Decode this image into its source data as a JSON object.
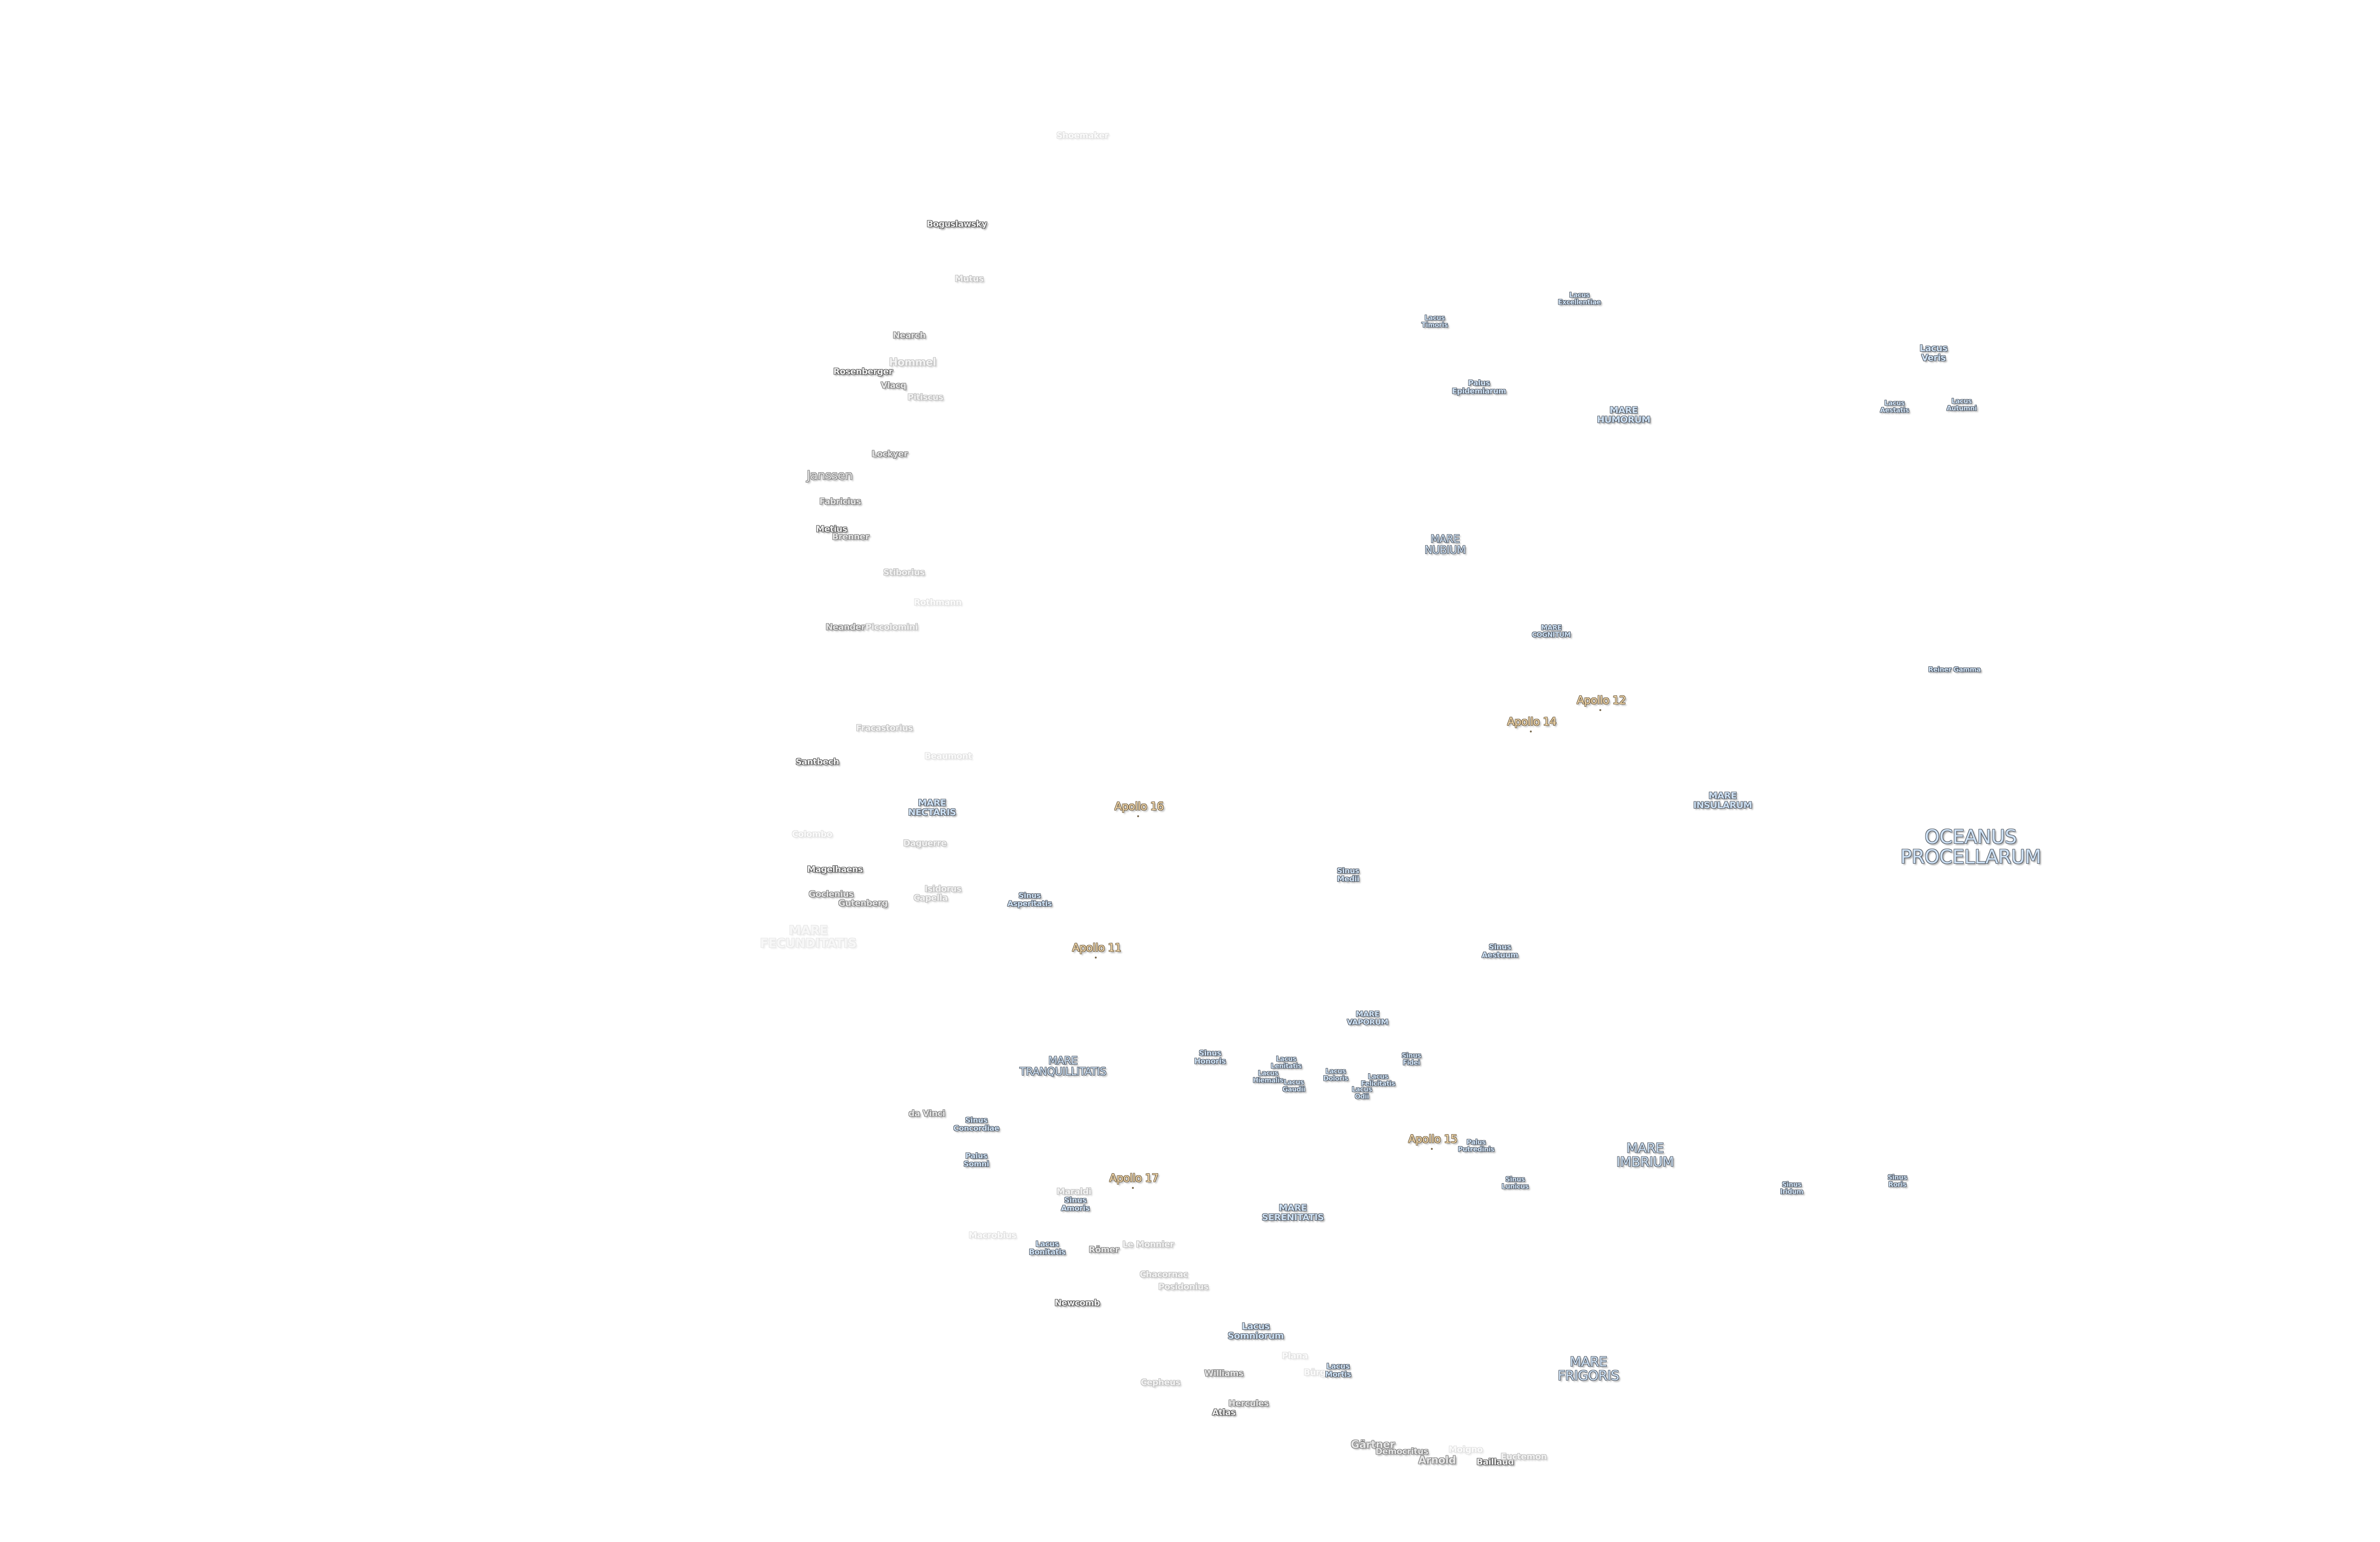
{
  "colors": {
    "mare_fill": "#cfe2f5",
    "apollo_fill": "#f7ddb0",
    "crater_outline": "#4a4a4a",
    "background": "#ffffff"
  },
  "craters": [
    "Shoemaker",
    "Boguslawsky",
    "Mutus",
    "Nearch",
    "Hommel",
    "Rosenberger",
    "Vlacq",
    "Pitiscus",
    "Lockyer",
    "Janssen",
    "Fabricius",
    "Metius",
    "Brenner",
    "Stiborius",
    "Rothmann",
    "Neander",
    "Piccolomini",
    "Fracastorius",
    "Beaumont",
    "Santbech",
    "Colombo",
    "Daguerre",
    "Magelhaens",
    "Goclenius",
    "Gutenberg",
    "Isidorus",
    "Capella",
    "da Vinci",
    "Maraldi",
    "Macrobius",
    "Römer",
    "Le Monnier",
    "Chacornac",
    "Posidonius",
    "Newcomb",
    "Cepheus",
    "Williams",
    "Plana",
    "Bürg",
    "Hercules",
    "Atlas",
    "Gärtner",
    "Democritus",
    "Arnold",
    "Moigno",
    "Baillaud",
    "Euctemon"
  ],
  "maria": [
    "Lacus\nExcellentiae",
    "Lacus\nTimoris",
    "Palus\nEpidemiarum",
    "MARE\nHUMORUM",
    "Lacus\nVeris",
    "Lacus\nAestatis",
    "Lacus\nAutumni",
    "MARE\nNUBIUM",
    "MARE\nCOGNITUM",
    "Reiner Gamma",
    "MARE\nINSULARUM",
    "OCEANUS\nPROCELLARUM",
    "MARE\nNECTARIS",
    "Sinus\nAsperitatis",
    "MARE\nFECUNDITATIS",
    "Sinus\nMedii",
    "Sinus\nAestuum",
    "MARE\nVAPORUM",
    "Sinus\nHonoris",
    "Lacus\nLenitatis",
    "Lacus\nHiemalis",
    "Lacus\nGaudii",
    "Lacus\nDoloris",
    "Lacus\nFelicitatis",
    "Lacus\nOdii",
    "Sinus\nFidei",
    "MARE\nTRANQUILLITATIS",
    "Sinus\nConcordiae",
    "Palus\nSomni",
    "Sinus\nAmoris",
    "Lacus\nBonitatis",
    "MARE\nSERENITATIS",
    "Lacus\nSomniorum",
    "Lacus\nMortis",
    "MARE\nFRIGORIS",
    "Palus\nPutredinis",
    "Sinus\nLunicus",
    "MARE\nIMBRIUM",
    "Sinus\nIridum",
    "Sinus\nRoris"
  ],
  "landing_sites": [
    "Apollo 16",
    "Apollo 11",
    "Apollo 17",
    "Apollo 15",
    "Apollo 12",
    "Apollo 14"
  ]
}
